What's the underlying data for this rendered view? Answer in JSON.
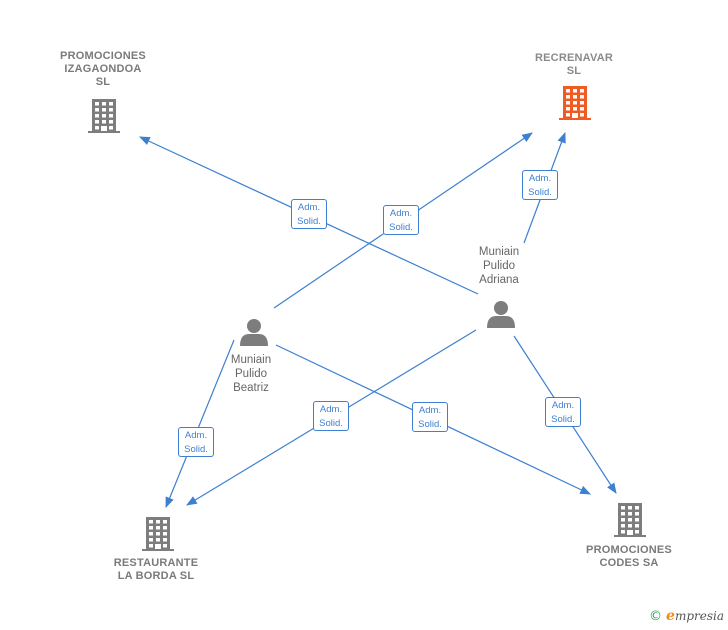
{
  "colors": {
    "edge": "#3d7fd0",
    "building": "#7d7d7d",
    "building_highlight": "#f05a23",
    "person": "#7d7d7d"
  },
  "nodes": [
    {
      "id": "izagaondoa",
      "kind": "company",
      "lines": [
        "PROMOCIONES",
        "IZAGAONDOA",
        "SL"
      ],
      "icon": "building-icon",
      "highlight": false
    },
    {
      "id": "recrenavar",
      "kind": "company",
      "lines": [
        "RECRENAVAR",
        "SL"
      ],
      "icon": "building-icon",
      "highlight": true
    },
    {
      "id": "adriana",
      "kind": "person",
      "lines": [
        "Muniain",
        "Pulido",
        "Adriana"
      ],
      "icon": "person-icon"
    },
    {
      "id": "beatriz",
      "kind": "person",
      "lines": [
        "Muniain",
        "Pulido",
        "Beatriz"
      ],
      "icon": "person-icon"
    },
    {
      "id": "restaurante",
      "kind": "company",
      "lines": [
        "RESTAURANTE",
        "LA BORDA SL"
      ],
      "icon": "building-icon",
      "highlight": false
    },
    {
      "id": "codes",
      "kind": "company",
      "lines": [
        "PROMOCIONES",
        "CODES SA"
      ],
      "icon": "building-icon",
      "highlight": false
    }
  ],
  "edges": [
    {
      "from": "adriana",
      "to": "izagaondoa",
      "label": [
        "Adm.",
        "Solid."
      ]
    },
    {
      "from": "beatriz",
      "to": "recrenavar",
      "label": [
        "Adm.",
        "Solid."
      ]
    },
    {
      "from": "adriana",
      "to": "recrenavar",
      "label": [
        "Adm.",
        "Solid."
      ]
    },
    {
      "from": "beatriz",
      "to": "restaurante",
      "label": [
        "Adm.",
        "Solid."
      ]
    },
    {
      "from": "adriana",
      "to": "restaurante",
      "label": [
        "Adm.",
        "Solid."
      ]
    },
    {
      "from": "beatriz",
      "to": "codes",
      "label": [
        "Adm.",
        "Solid."
      ]
    },
    {
      "from": "adriana",
      "to": "codes",
      "label": [
        "Adm.",
        "Solid."
      ]
    }
  ],
  "footer": {
    "copyright": "©",
    "brand_initial": "e",
    "brand_rest": "mpresia"
  }
}
